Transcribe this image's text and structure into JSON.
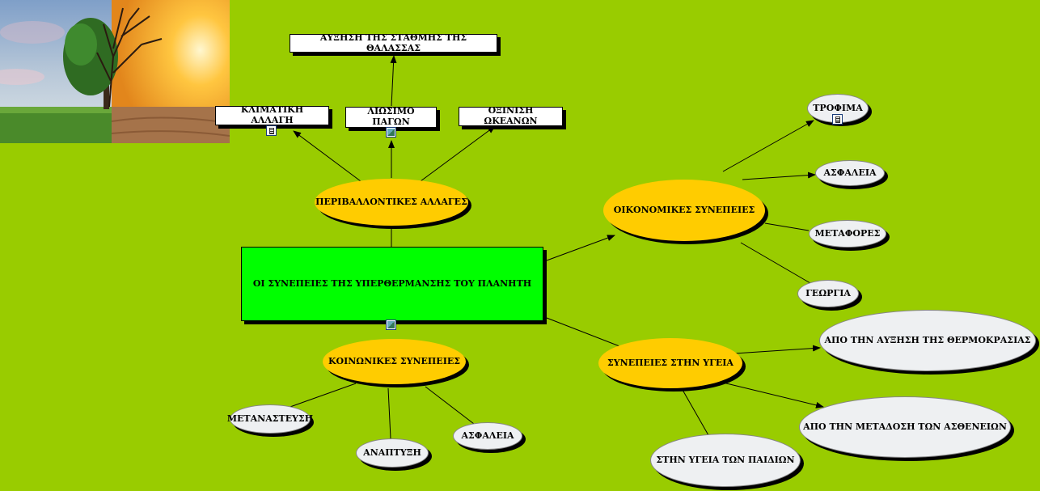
{
  "main_topic": "ΟΙ ΣΥΝΕΠΕΙΕΣ ΤΗΣ ΥΠΕΡΘΕΡΜΑΝΣΗΣ ΤΟΥ ΠΛΑΝΗΤΗ",
  "environmental": {
    "label": "ΠΕΡΙΒΑΛΛΟΝΤΙΚΕΣ ΑΛΛΑΓΕΣ",
    "climate_change": "ΚΛΙΜΑΤΙΚΗ ΑΛΛΑΓΗ",
    "ice_melting": "ΛΙΩΣΙΜΟ ΠΑΓΩΝ",
    "sea_level_rise": "ΑΥΞΗΣΗ ΤΗΣ ΣΤΑΘΜΗΣ ΤΗΣ ΘΑΛΑΣΣΑΣ",
    "ocean_acidification": "ΟΞΙΝΙΣΗ ΩΚΕΑΝΩΝ"
  },
  "economic": {
    "label": "ΟΙΚΟΝΟΜΙΚΕΣ ΣΥΝΕΠΕΙΕΣ",
    "food": "ΤΡΟΦΙΜΑ",
    "insurance": "ΑΣΦΑΛΕΙΑ",
    "transport": "ΜΕΤΑΦΟΡΕΣ",
    "agriculture": "ΓΕΩΡΓΙΑ"
  },
  "social": {
    "label": "ΚΟΙΝΩΝΙΚΕΣ ΣΥΝΕΠΕΙΕΣ",
    "migration": "ΜΕΤΑΝΑΣΤΕΥΣΗ",
    "development": "ΑΝΑΠΤΥΞΗ",
    "security": "ΑΣΦΑΛΕΙΑ"
  },
  "health": {
    "label": "ΣΥΝΕΠΕΙΕΣ ΣΤΗΝ ΥΓΕΙΑ",
    "temperature": "ΑΠΟ ΤΗΝ ΑΥΞΗΣΗ ΤΗΣ ΘΕΡΜΟΚΡΑΣΙΑΣ",
    "disease": "ΑΠΟ ΤΗΝ ΜΕΤΑΔΟΣΗ ΤΩΝ ΑΣΘΕΝΕΙΩΝ",
    "children": "ΣΤΗΝ ΥΓΕΙΑ ΤΩΝ ΠΑΙΔΙΩΝ"
  },
  "colors": {
    "background": "#99cc00",
    "main_node": "#00ff00",
    "branch_node": "#ffcc00",
    "leaf_node": "#eef0f2"
  }
}
